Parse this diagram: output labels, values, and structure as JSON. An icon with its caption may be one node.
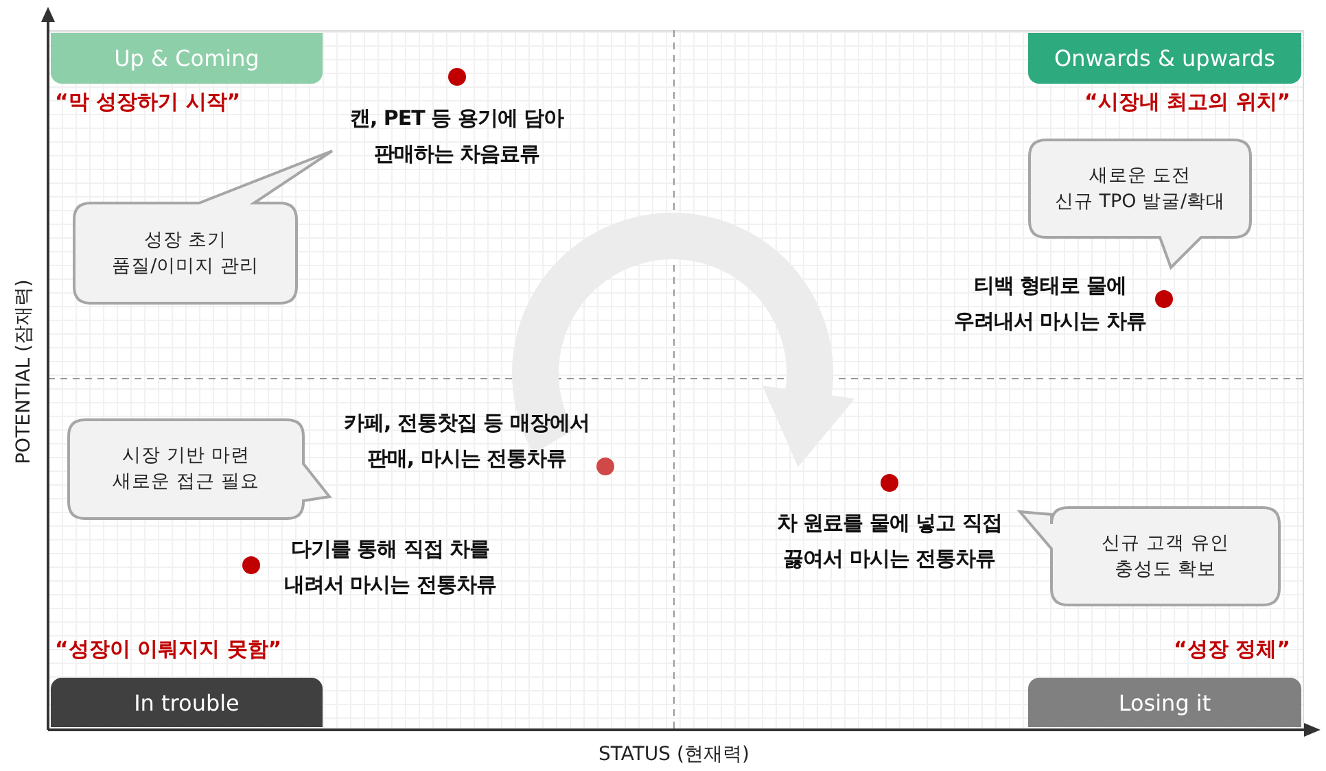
{
  "diagram": {
    "nodes": [
      {
        "text": [
          "Up & Coming"
        ]
      },
      {
        "text": [
          "Onwards & upwards"
        ]
      },
      {
        "text": [
          "In trouble"
        ]
      },
      {
        "text": [
          "Losing it"
        ]
      },
      {
        "text": [
          "성장 초기 품질/이미지 관리"
        ]
      },
      {
        "text": [
          "새로운 도전 신규 TPO 발굴/확대"
        ]
      },
      {
        "text": [
          "시장 기반 마련 새로운 접근 필요"
        ]
      },
      {
        "text": [
          "신규 고객 유인 충성도 확보"
        ]
      }
    ],
    "edges": [],
    "labels": [
      "“막 성장하기 시작”",
      "“시장내 최고의 위치”",
      "캔, PET 등 용기에 담아 판매하는 차음료류",
      "티백 형태로 물에 우려내서 마시는 차류",
      "카페, 전통찻집 등 매장에서 판매, 마시는 전통차류",
      "차 원료를 물에 넣고 직접 끓여서 마시는 전통차류",
      "다기를 통해 직접 차를 내려서 마시는 전통차류",
      "“성장이 이뤄지지 못함”",
      "“성장 정체”",
      "STATUS (현재력)",
      "POTENTIAL (잠재력)"
    ]
  }
}
